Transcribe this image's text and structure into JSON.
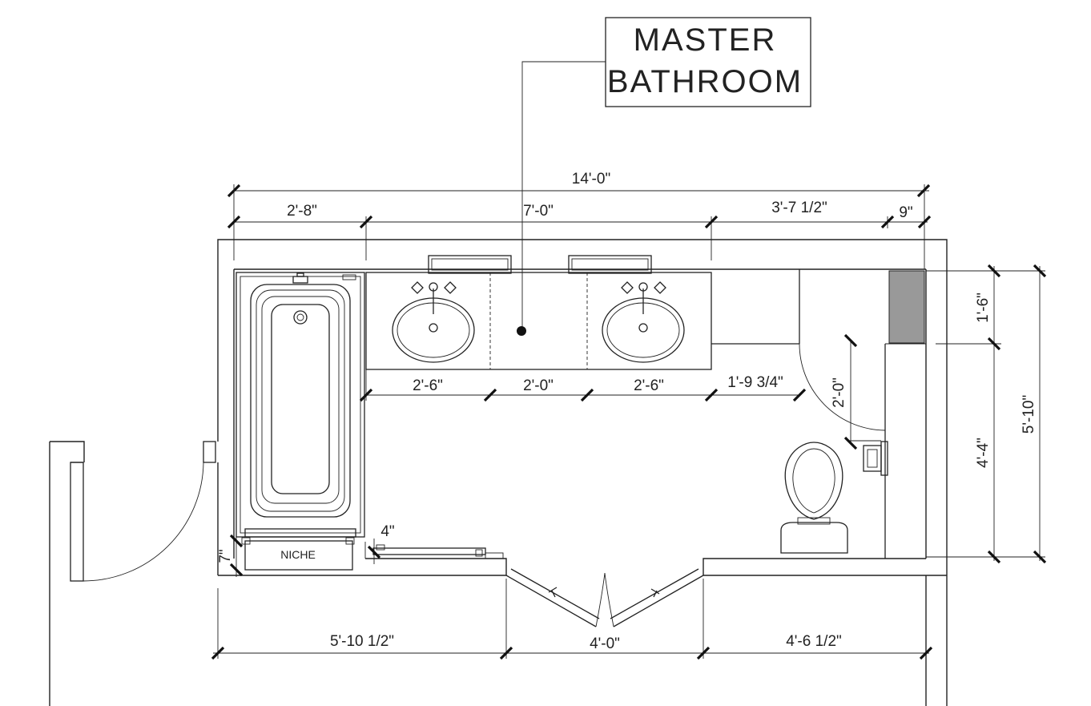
{
  "title": {
    "line1": "MASTER",
    "line2": "BATHROOM"
  },
  "labels": {
    "niche": "NICHE"
  },
  "dimensions": {
    "overall_width": "14'-0\"",
    "tub_width": "2'-8\"",
    "vanity_width": "7'-0\"",
    "toilet_zone_width": "3'-7 1/2\"",
    "wall_offset": "9\"",
    "sink_left": "2'-6\"",
    "sink_gap": "2'-0\"",
    "sink_right": "2'-6\"",
    "vanity_to_wall": "1'-9 3/4\"",
    "toilet_clearance": "2'-0\"",
    "upper_right_depth": "1'-6\"",
    "lower_right_depth": "4'-4\"",
    "overall_depth": "5'-10\"",
    "ledge": "4\"",
    "niche_height": "7\"",
    "bottom_left": "5'-10 1/2\"",
    "door_opening": "4'-0\"",
    "bottom_right": "4'-6 1/2\""
  },
  "colors": {
    "line": "#222222",
    "cabinet_fill": "#999999",
    "background": "#ffffff"
  }
}
